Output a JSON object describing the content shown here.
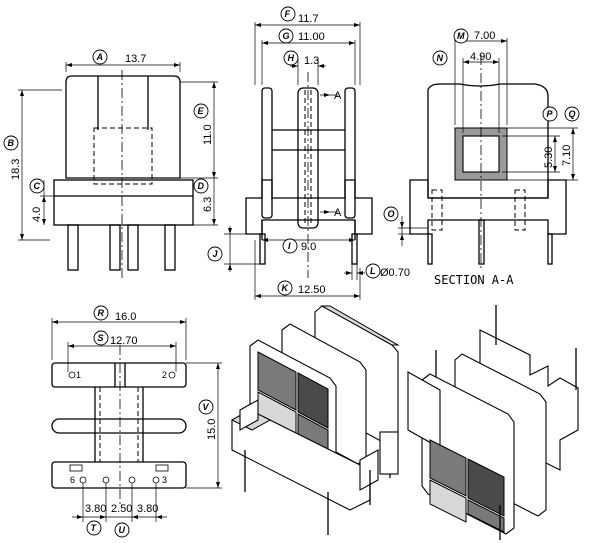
{
  "dimensions": {
    "A": "13.7",
    "B": "18.3",
    "C": "4.0",
    "D": "6.3",
    "E": "11.0",
    "F": "11.7",
    "G": "11.00",
    "H": "1.3",
    "I": "9.0",
    "J": "",
    "K": "12.50",
    "L": "Ø0.70",
    "M": "7.00",
    "N": "4.90",
    "O": "",
    "P": "5.30",
    "Q": "7.10",
    "R": "16.0",
    "S": "12.70",
    "T": "3.80",
    "U": "2.50",
    "T2": "3.80",
    "V": "15.0"
  },
  "section_label": "SECTION  A-A",
  "section_marks": [
    "A",
    "A"
  ],
  "pin_labels": [
    "1",
    "2",
    "6",
    "3"
  ],
  "bubble_letters": [
    "A",
    "B",
    "C",
    "D",
    "E",
    "F",
    "G",
    "H",
    "I",
    "J",
    "K",
    "L",
    "M",
    "N",
    "O",
    "P",
    "Q",
    "R",
    "S",
    "T",
    "U",
    "V"
  ]
}
